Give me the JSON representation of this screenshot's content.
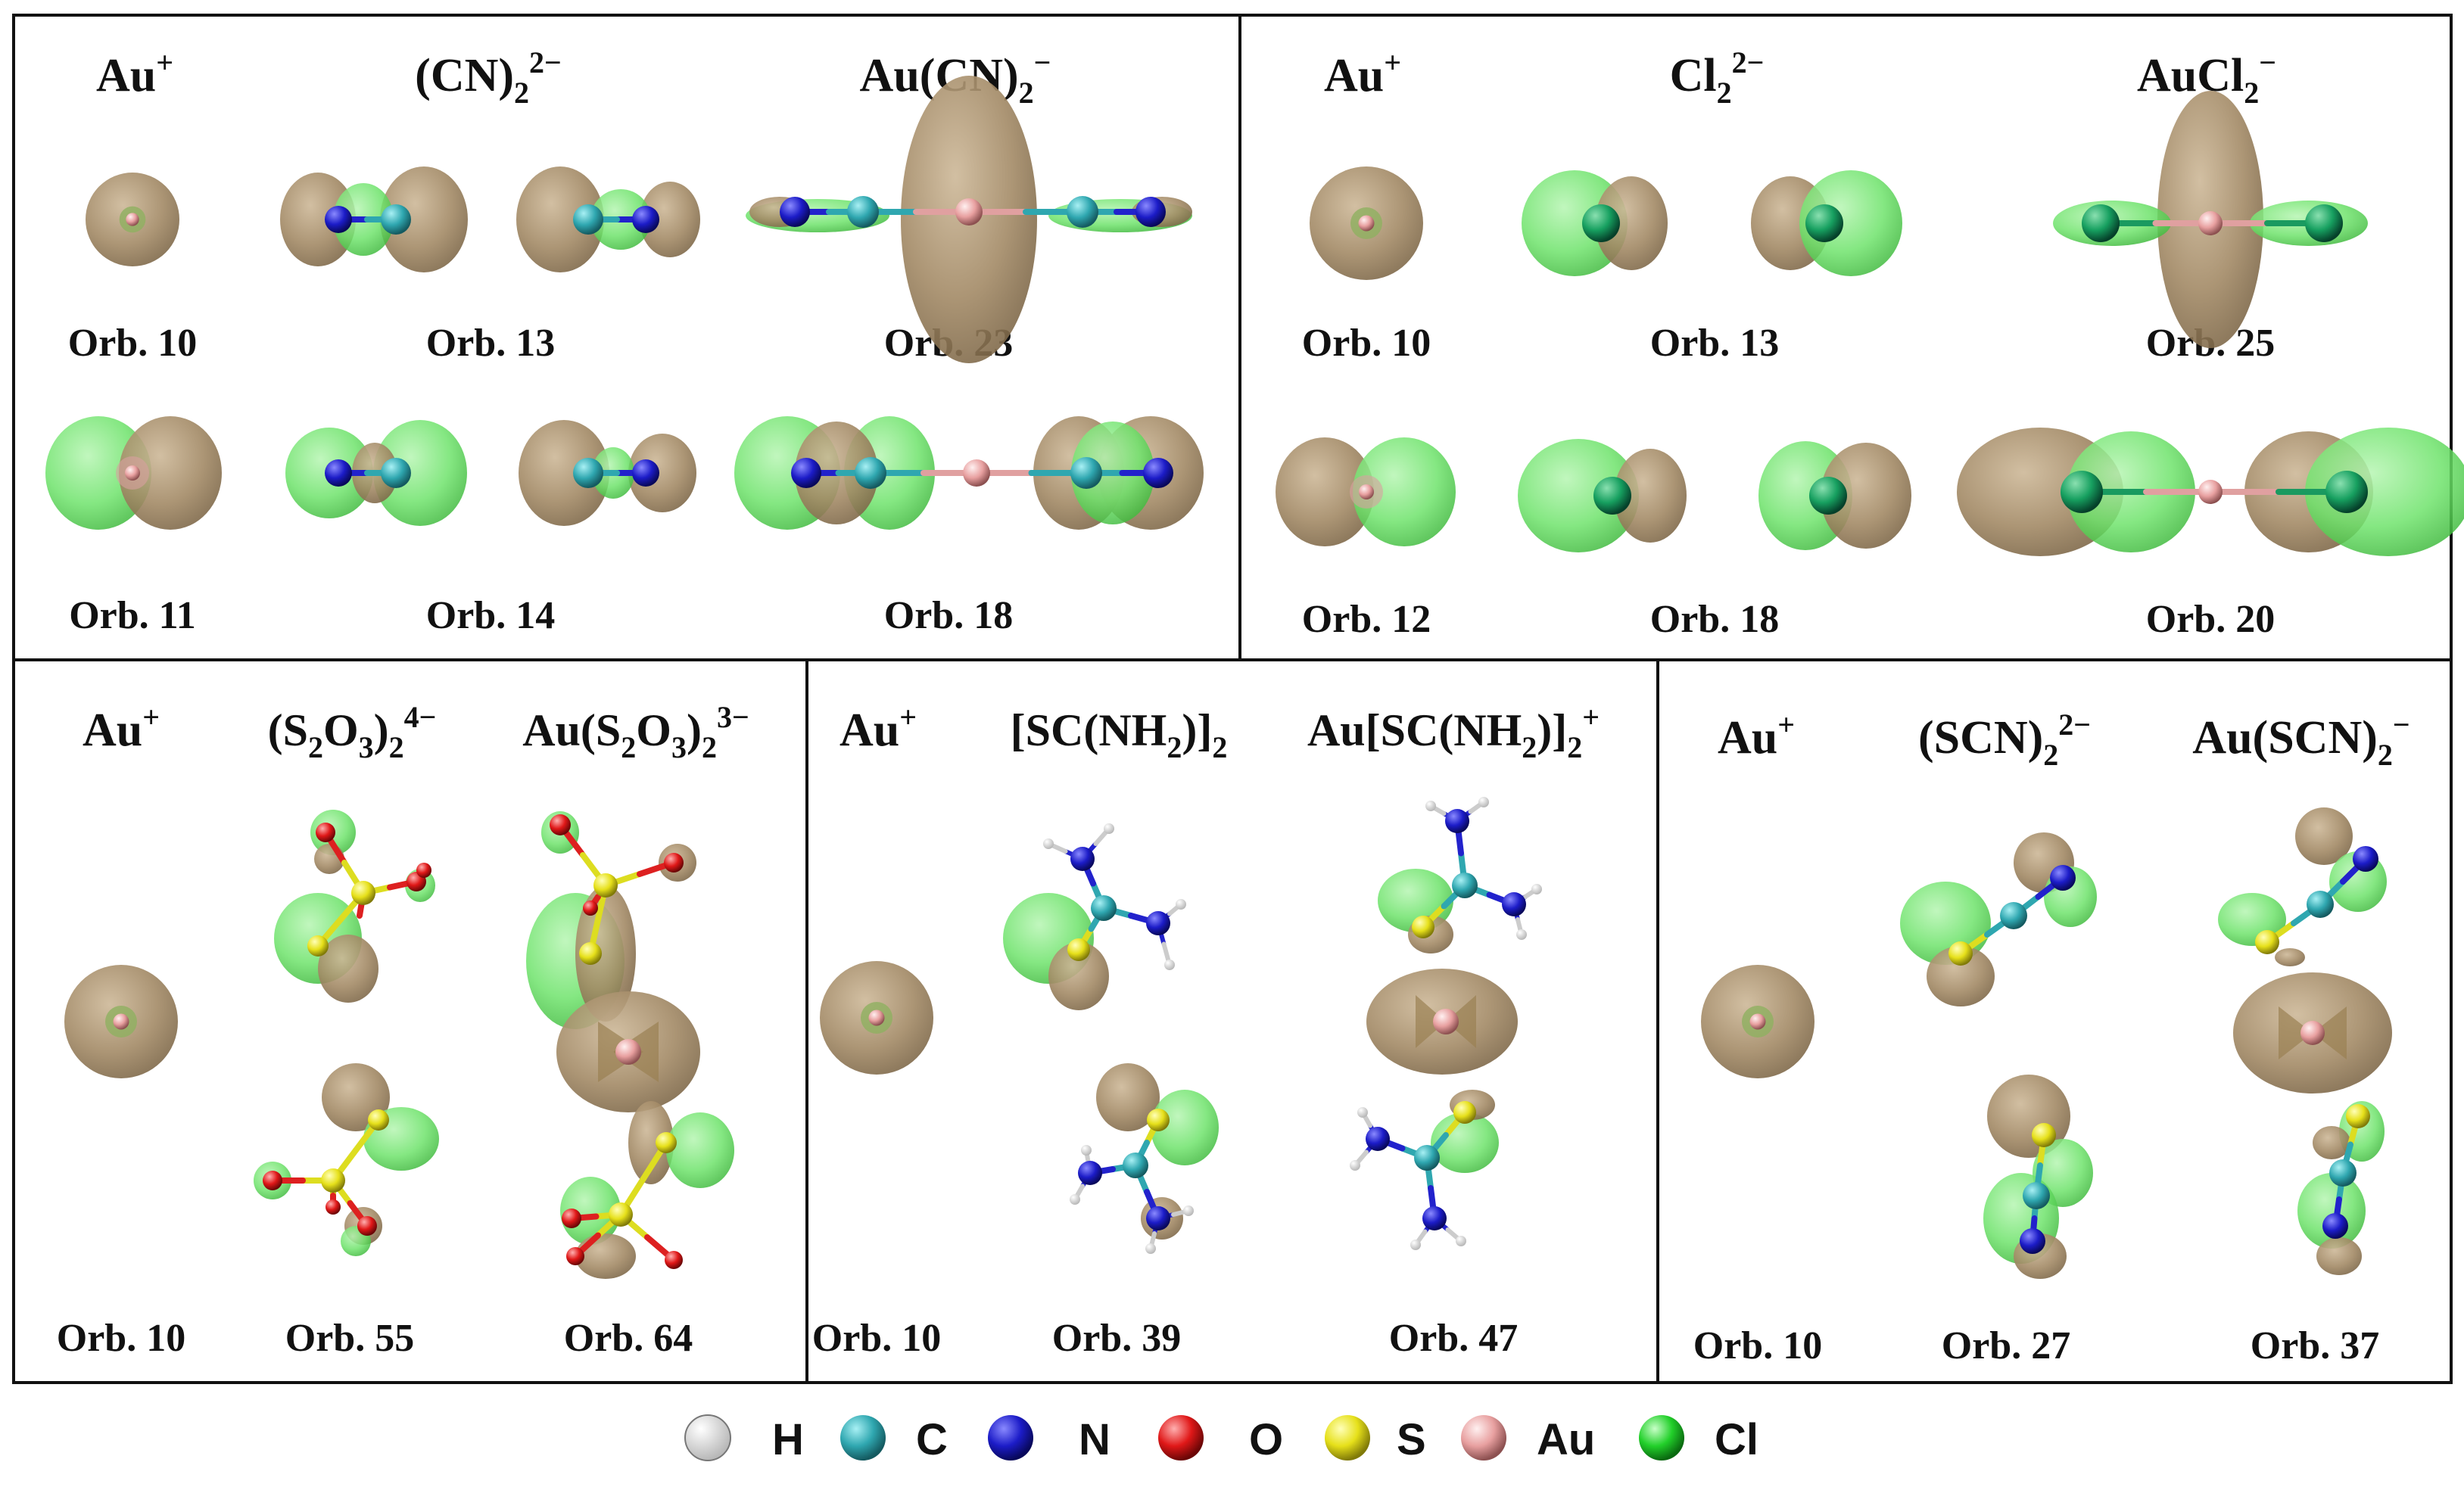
{
  "panels": [
    {
      "headers": [
        {
          "pre": "Au",
          "sup": "+"
        },
        {
          "pre": "(CN)",
          "sub": "2",
          "sup": "2−"
        },
        {
          "pre": "Au(CN)",
          "sub": "2",
          "sup": "−"
        }
      ],
      "orbitals": [
        "Orb. 10",
        "Orb. 13",
        "Orb. 23",
        "Orb. 11",
        "Orb. 14",
        "Orb. 18"
      ]
    },
    {
      "headers": [
        {
          "pre": "Au",
          "sup": "+"
        },
        {
          "pre": "Cl",
          "sub": "2",
          "sup": "2−"
        },
        {
          "pre": "AuCl",
          "sub": "2",
          "sup": "−"
        }
      ],
      "orbitals": [
        "Orb. 10",
        "Orb. 13",
        "Orb. 25",
        "Orb. 12",
        "Orb. 18",
        "Orb. 20"
      ]
    },
    {
      "headers": [
        {
          "pre": "Au",
          "sup": "+"
        },
        {
          "pre": "(S",
          "sub": "2",
          "mid": "O",
          "sub2": "3",
          "mid2": ")",
          "sub3": "2",
          "sup": "4−"
        },
        {
          "pre": "Au(S",
          "sub": "2",
          "mid": "O",
          "sub2": "3",
          "mid2": ")",
          "sub3": "2",
          "sup": "3−"
        }
      ],
      "orbitals": [
        "Orb. 10",
        "Orb. 55",
        "Orb. 64"
      ]
    },
    {
      "headers": [
        {
          "pre": "Au",
          "sup": "+"
        },
        {
          "pre": "[SC(NH",
          "sub": "2",
          "mid": ")]",
          "sub2": "2"
        },
        {
          "pre": "Au[SC(NH",
          "sub": "2",
          "mid": ")]",
          "sub2": "2",
          "sup": "+"
        }
      ],
      "orbitals": [
        "Orb. 10",
        "Orb. 39",
        "Orb. 47"
      ]
    },
    {
      "headers": [
        {
          "pre": "Au",
          "sup": "+"
        },
        {
          "pre": "(SCN)",
          "sub": "2",
          "sup": "2−"
        },
        {
          "pre": "Au(SCN)",
          "sub": "2",
          "sup": "−"
        }
      ],
      "orbitals": [
        "Orb. 10",
        "Orb. 27",
        "Orb. 37"
      ]
    }
  ],
  "legend": [
    {
      "symbol": "H",
      "color": "#f2f2f2"
    },
    {
      "symbol": "C",
      "color": "#2fa7b0"
    },
    {
      "symbol": "N",
      "color": "#1c1cc8"
    },
    {
      "symbol": "O",
      "color": "#e01818"
    },
    {
      "symbol": "S",
      "color": "#e6e01a"
    },
    {
      "symbol": "Au",
      "color": "#e8a0a0"
    },
    {
      "symbol": "Cl",
      "color": "#22d02a"
    }
  ],
  "colors": {
    "lobe_tan": "#a08860",
    "lobe_green": "#5ee05e",
    "frame": "#111111"
  }
}
